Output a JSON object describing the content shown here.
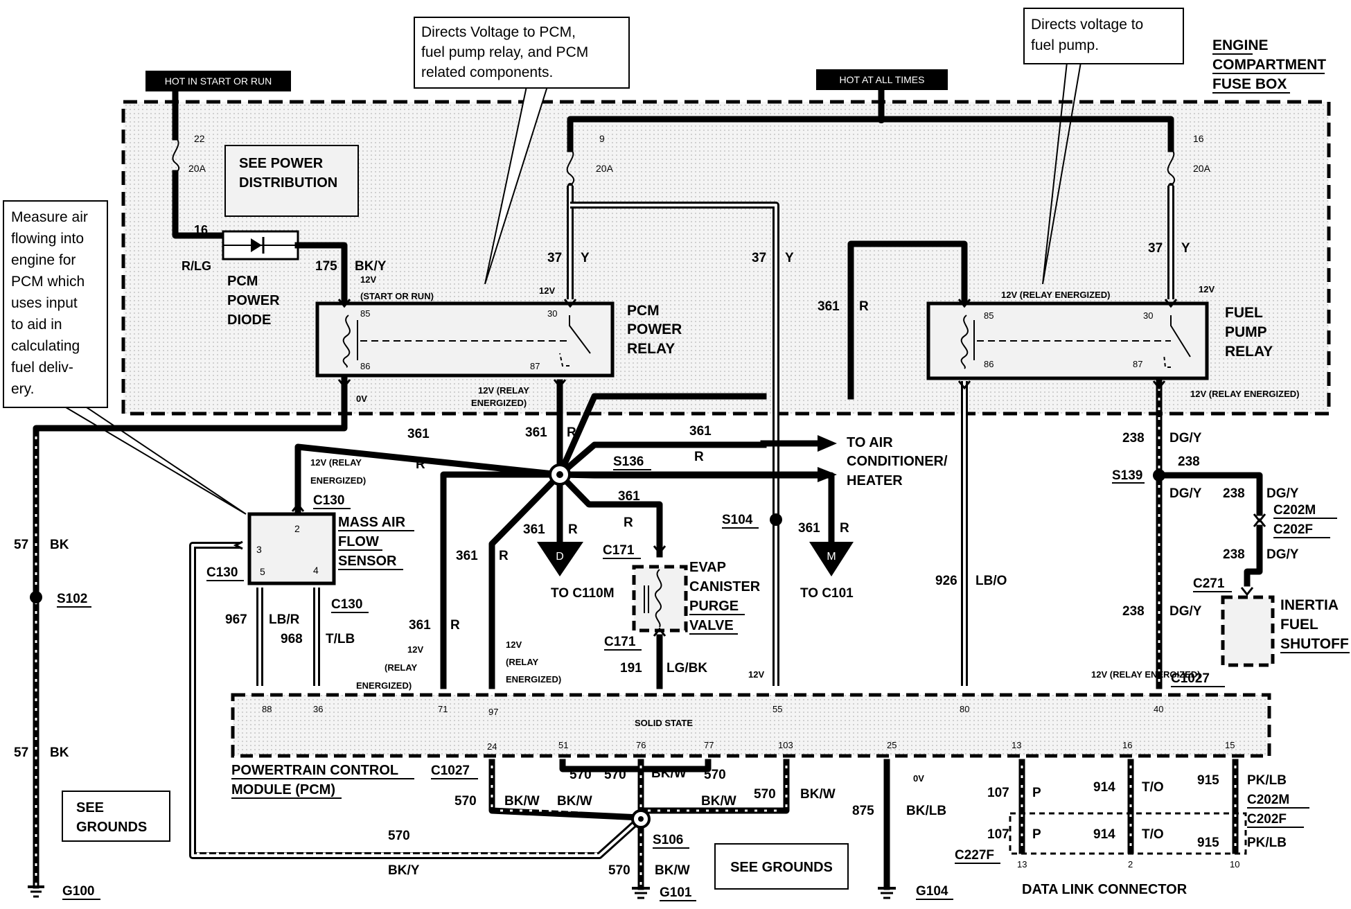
{
  "tags": {
    "hot_start_run": "HOT IN START OR RUN",
    "hot_all_times": "HOT AT ALL TIMES"
  },
  "fuse_box": {
    "line1": "ENGINE",
    "line2": "COMPARTMENT",
    "line3": "FUSE BOX"
  },
  "callouts": {
    "pcm_voltage": [
      "Directs  Voltage  to PCM,",
      "fuel pump relay, and PCM",
      "related  components."
    ],
    "fuel_pump": [
      "Directs voltage to",
      "fuel pump."
    ],
    "maf": [
      "Measure air",
      "flowing into",
      "engine for",
      "PCM which",
      "uses input",
      "to aid in",
      "calculating",
      "fuel deliv-",
      "ery."
    ]
  },
  "see_power": {
    "line1": "SEE POWER",
    "line2": "DISTRIBUTION"
  },
  "see_grounds_left": {
    "line1": "SEE",
    "line2": "GROUNDS"
  },
  "see_grounds_mid": "SEE GROUNDS",
  "fuses": [
    {
      "num": "22",
      "amp": "20A"
    },
    {
      "num": "9",
      "amp": "20A"
    },
    {
      "num": "16",
      "amp": "20A"
    }
  ],
  "diode": {
    "line1": "PCM",
    "line2": "POWER",
    "line3": "DIODE"
  },
  "pcm_relay": {
    "line1": "PCM",
    "line2": "POWER",
    "line3": "RELAY",
    "p85": "85",
    "p86": "86",
    "p30": "30",
    "p87": "87"
  },
  "fuel_relay": {
    "line1": "FUEL",
    "line2": "PUMP",
    "line3": "RELAY",
    "p85": "85",
    "p86": "86",
    "p30": "30",
    "p87": "87"
  },
  "maf_sensor": {
    "line1": "MASS AIR",
    "line2": "FLOW",
    "line3": "SENSOR",
    "p2": "2",
    "p3": "3",
    "p5": "5",
    "p4": "4"
  },
  "evap": {
    "line1": "EVAP",
    "line2": "CANISTER",
    "line3": "PURGE",
    "line4": "VALVE"
  },
  "inertia": {
    "line1": "INERTIA",
    "line2": "FUEL",
    "line3": "SHUTOFF"
  },
  "pcm": {
    "line1": "POWERTRAIN CONTROL",
    "line2": "MODULE (PCM)",
    "solid_state": "SOLID STATE",
    "top_pins": [
      "88",
      "36",
      "71",
      "97",
      "55",
      "80",
      "40"
    ],
    "bottom_pins": [
      "24",
      "51",
      "76",
      "77",
      "103",
      "25",
      "13",
      "16",
      "15"
    ]
  },
  "dlc": {
    "title": "DATA LINK CONNECTOR",
    "pins": [
      "13",
      "2",
      "10"
    ]
  },
  "ac_heater": {
    "line1": "TO AIR",
    "line2": "CONDITIONER/",
    "line3": "HEATER"
  },
  "arrows": {
    "d": "D",
    "d_to": "TO C110M",
    "m": "M",
    "m_to": "TO C101"
  },
  "grounds": [
    "G100",
    "G101",
    "G104"
  ],
  "splices": [
    "S102",
    "S136",
    "S104",
    "S139",
    "S106"
  ],
  "connectors": {
    "c130": "C130",
    "c171": "C171",
    "c1027": "C1027",
    "c202m": "C202M",
    "c202f": "C202F",
    "c271": "C271",
    "c227f": "C227F"
  },
  "voltages": {
    "v12": "12V",
    "zero": "0V",
    "start_run": "(START OR RUN)",
    "relay_energized": "12V (RELAY ENERGIZED)",
    "relay_l1": "12V (RELAY",
    "energized": "ENERGIZED)",
    "relay_paren": "(RELAY",
    "energized_short": "ENERGIZED)"
  },
  "circuits": {
    "c16": "16",
    "r_lg": "R/LG",
    "c175": "175",
    "bk_y": "BK/Y",
    "c37": "37",
    "y": "Y",
    "c361": "361",
    "r": "R",
    "c57": "57",
    "bk": "BK",
    "c967": "967",
    "lb_r": "LB/R",
    "c968": "968",
    "t_lb": "T/LB",
    "c191": "191",
    "lg_bk": "LG/BK",
    "c926": "926",
    "lb_o": "LB/O",
    "c238": "238",
    "dg_y": "DG/Y",
    "c570": "570",
    "bk_w": "BK/W",
    "c875": "875",
    "bk_lb": "BK/LB",
    "c107": "107",
    "p": "P",
    "c914": "914",
    "t_o": "T/O",
    "c915": "915",
    "pk_lb": "PK/LB"
  }
}
